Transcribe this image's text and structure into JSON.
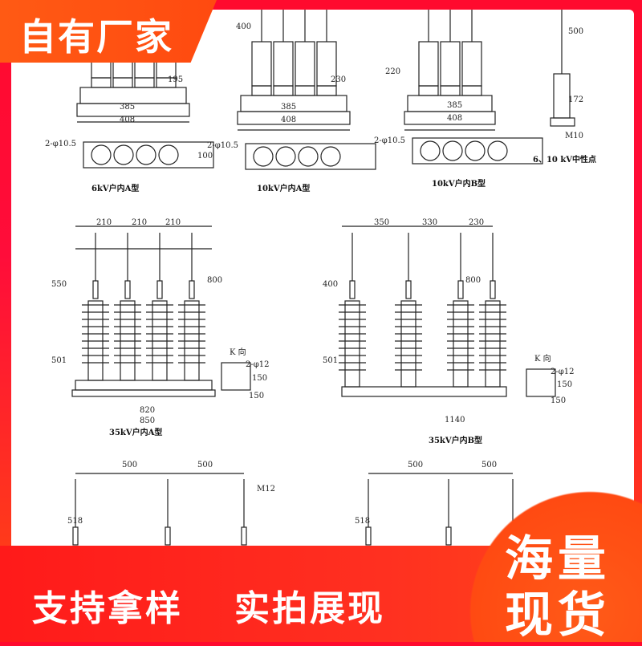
{
  "badges": {
    "top_left": "自有厂家",
    "bottom_left": "支持拿样",
    "bottom_middle": "实拍展现",
    "circle_line1": "海量",
    "circle_line2": "现货"
  },
  "drawing": {
    "captions": [
      "6kV户内A型",
      "10kV户内A型",
      "10kV户内B型",
      "6、10 kV中性点",
      "35kV户内A型",
      "35kV户内B型"
    ],
    "top_row": {
      "width_inner": "385",
      "width_outer": "408",
      "hole": "2-φ10.5",
      "depth": "100",
      "heights": [
        "400",
        "195",
        "230",
        "220",
        "500",
        "172"
      ],
      "bolt": "M10"
    },
    "middle_left": {
      "spacings": [
        "210",
        "210",
        "210"
      ],
      "heights": [
        "550",
        "501",
        "800"
      ],
      "base_inner": "820",
      "base_outer": "850",
      "view": "K 向",
      "hole": "2-φ12",
      "hole_dims": [
        "150",
        "150"
      ]
    },
    "middle_right": {
      "spacings": [
        "350",
        "330",
        "230"
      ],
      "heights": [
        "400",
        "501",
        "800"
      ],
      "base": "1140",
      "view": "K 向",
      "hole": "2-φ12",
      "hole_dims": [
        "150",
        "150"
      ]
    },
    "bottom_row": {
      "spacings": [
        "500",
        "500"
      ],
      "height": "518",
      "bolt": "M12"
    }
  },
  "colors": {
    "accent_red": "#ff1a1a",
    "accent_orange": "#ff5a14"
  }
}
